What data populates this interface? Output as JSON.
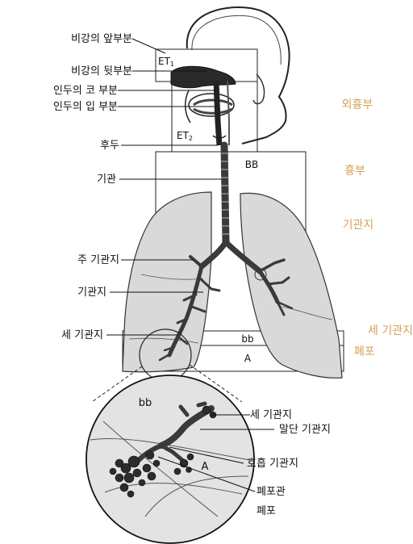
{
  "left_labels": {
    "anterior_nasal": "비강의 앞부분",
    "posterior_nasal": "비강의 뒷부분",
    "nasopharynx": "인두의 코 부분",
    "oropharynx": "인두의 입 부분",
    "larynx": "후두",
    "trachea": "기관",
    "main_bronchus": "주 기관지",
    "bronchi": "기관지",
    "bronchiole": "세 기관지"
  },
  "box_labels": {
    "et1_main": "ET",
    "et1_sub": "1",
    "et2_main": "ET",
    "et2_sub": "2",
    "bb_upper": "BB",
    "bb_lower": "bb",
    "a_lower": "A",
    "bb_zoom": "bb",
    "a_zoom": "A"
  },
  "region_labels": {
    "extrathoracic": "외흉부",
    "thoracic": "흉부",
    "bronchial": "기관지",
    "bronchiolar": "세 기관지",
    "alveolar": "폐포"
  },
  "zoom_labels": {
    "bronchiole": "세 기관지",
    "terminal_bronchiole": "말단 기관지",
    "respiratory_bronchiole": "호흡 기관지",
    "alveolar_duct": "폐포관",
    "alveoli": "폐포"
  },
  "colors": {
    "region_text": "#d4a15a",
    "lung_fill": "#d9d9d9",
    "airway": "#3a3a3a"
  }
}
